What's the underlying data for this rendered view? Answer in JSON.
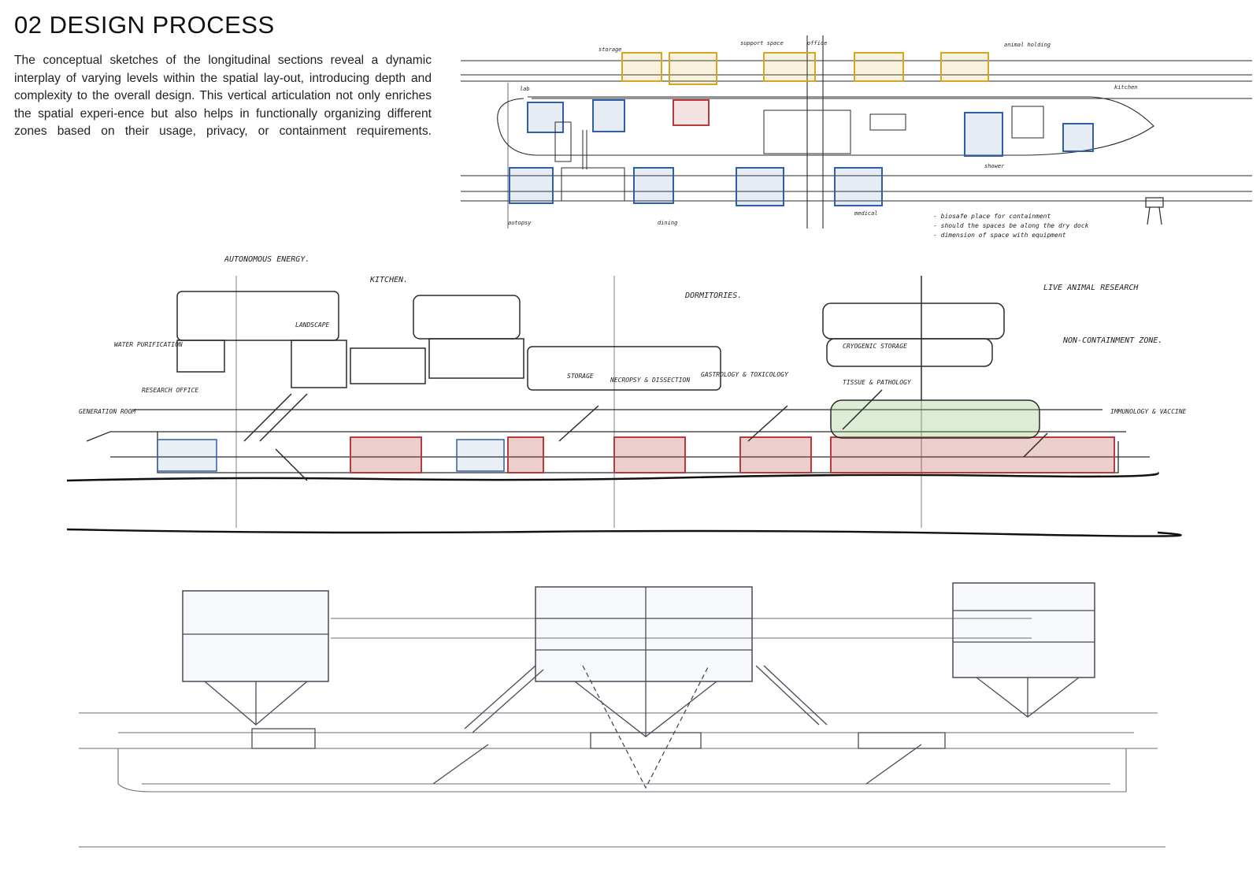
{
  "page": {
    "title": "02 DESIGN PROCESS",
    "intro": "The conceptual sketches of the longitudinal sections reveal a dynamic interplay of varying levels within the spatial lay-out, introducing depth and complexity to the overall design. This vertical articulation not only enriches the spatial experi-ence but also helps in functionally organizing different zones based on their usage, privacy, or containment requirements."
  },
  "sketch_top": {
    "labels": {
      "l1": "animal holding",
      "l2": "support space",
      "l3": "office",
      "l4": "storage",
      "l5": "lab",
      "l6": "kitchen",
      "l7": "shower",
      "l8": "autopsy",
      "l9": "dining",
      "l10": "medical"
    },
    "notes": [
      "- biosafe place for containment",
      "- should the spaces be along the dry dock",
      "- dimension of space with equipment"
    ]
  },
  "sketch_middle": {
    "labels": {
      "autonomous": "AUTONOMOUS ENERGY.",
      "kitchen": "KITCHEN.",
      "dormitories": "DORMITORIES.",
      "live_animal": "LIVE ANIMAL RESEARCH",
      "non_containment": "NON-CONTAINMENT ZONE.",
      "water": "WATER PURIFICATION",
      "landscape": "LANDSCAPE",
      "storage": "STORAGE",
      "necropsy": "NECROPSY & DISSECTION",
      "gastro": "GASTROLOGY & TOXICOLOGY",
      "tissue": "TISSUE & PATHOLOGY",
      "cryo": "CRYOGENIC STORAGE",
      "generation": "GENERATION ROOM",
      "research": "RESEARCH OFFICE",
      "immunology": "IMMUNOLOGY & VACCINE"
    }
  },
  "colors": {
    "ink": "#2a2a2a",
    "yellow": "#d9a520",
    "blue": "#2f5fa8",
    "red": "#b83a3a",
    "green": "#8fc070",
    "pencil": "#6b6b78"
  }
}
